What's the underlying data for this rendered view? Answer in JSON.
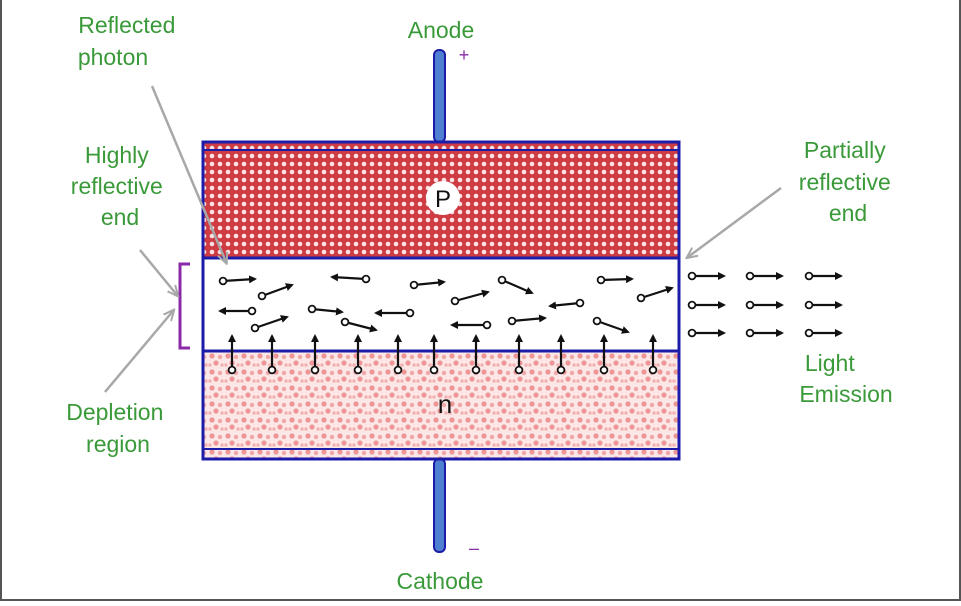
{
  "labels": {
    "anode": "Anode",
    "cathode": "Cathode",
    "plus": "+",
    "minus": "–",
    "p_region": "P",
    "n_region": "n",
    "reflected_photon": [
      "Reflected",
      "photon"
    ],
    "highly_reflective": [
      "Highly",
      "reflective",
      "end"
    ],
    "partially_reflective": [
      "Partially",
      "reflective",
      "end"
    ],
    "depletion_region": [
      "Depletion",
      "region"
    ],
    "light_emission": [
      "Light",
      "Emission"
    ]
  },
  "colors": {
    "label_green": "#3a9a3a",
    "border_blue": "#1c1ca8",
    "p_fill": "#d8444c",
    "n_dots": "#ef9a9a",
    "bracket_purple": "#8a2aa8",
    "pointer_gray": "#a8a8a8"
  }
}
